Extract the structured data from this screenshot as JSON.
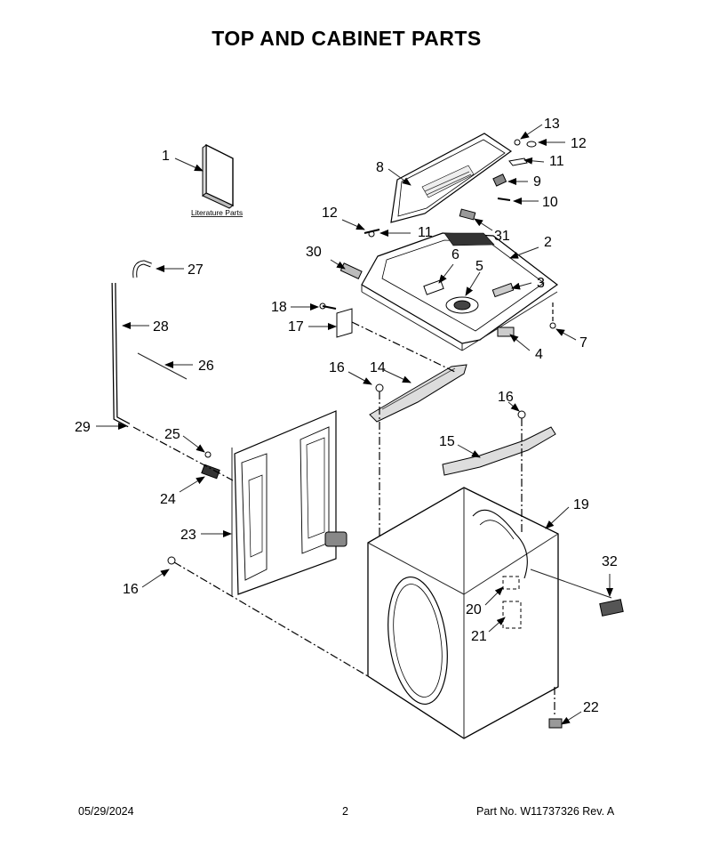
{
  "title": "TOP AND CABINET PARTS",
  "literature_label": "Literature Parts",
  "footer": {
    "date": "05/29/2024",
    "page": "2",
    "part": "Part No.  W11737326  Rev.  A"
  },
  "callouts": {
    "c1": "1",
    "c2": "2",
    "c3": "3",
    "c4": "4",
    "c5": "5",
    "c6": "6",
    "c7": "7",
    "c8": "8",
    "c9": "9",
    "c10": "10",
    "c11a": "11",
    "c11b": "11",
    "c12a": "12",
    "c12b": "12",
    "c13": "13",
    "c14": "14",
    "c15": "15",
    "c16a": "16",
    "c16b": "16",
    "c16c": "16",
    "c17": "17",
    "c18": "18",
    "c19": "19",
    "c20": "20",
    "c21": "21",
    "c22": "22",
    "c23": "23",
    "c24": "24",
    "c25": "25",
    "c26": "26",
    "c27": "27",
    "c28": "28",
    "c29": "29",
    "c30": "30",
    "c31": "31",
    "c32": "32"
  }
}
